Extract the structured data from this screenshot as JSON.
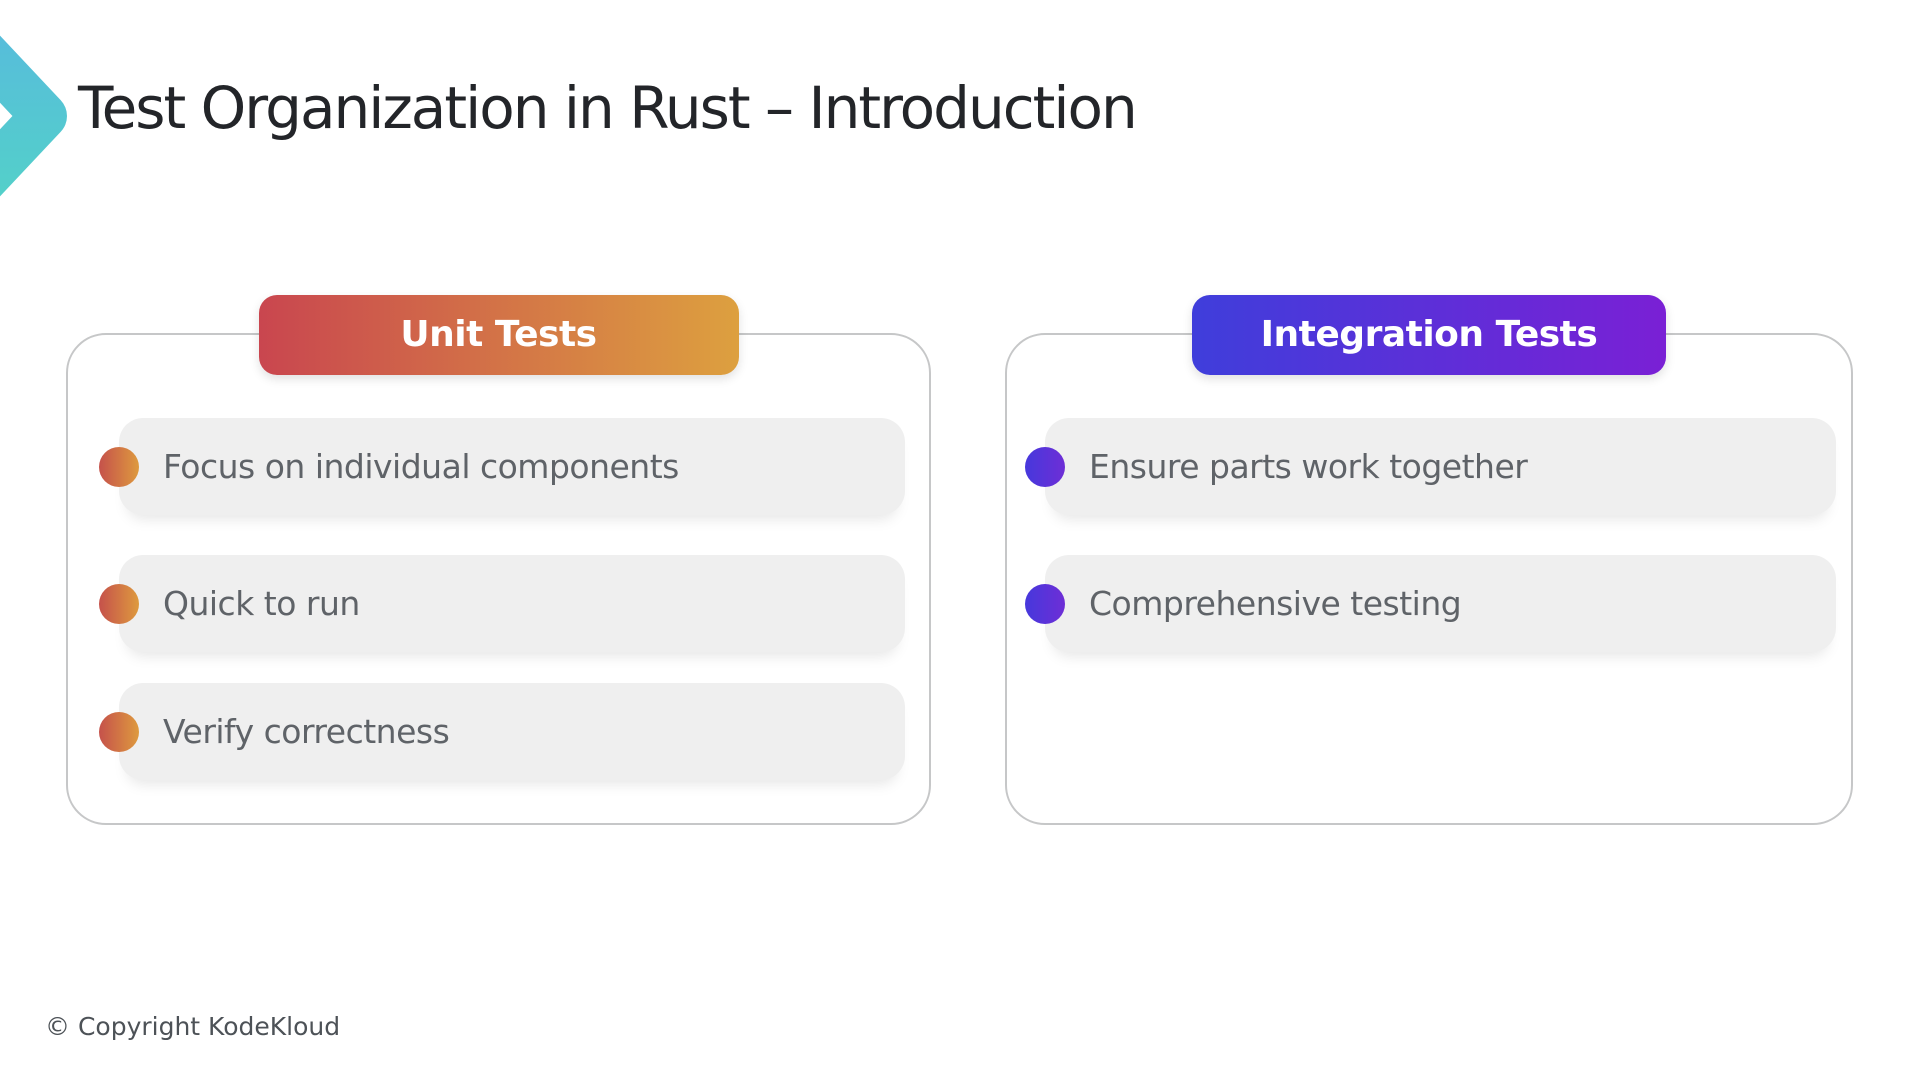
{
  "slide": {
    "title": "Test Organization in Rust – Introduction",
    "footer": "© Copyright KodeKloud"
  },
  "logo": {
    "name": "kodekloud-chevron",
    "gradient": [
      "#58b7e0",
      "#52d6c4"
    ]
  },
  "colors": {
    "row_background": "#efefef",
    "card_border": "#c6c7c8",
    "title_text": "#232529",
    "item_text": "#5f6368",
    "footer_text": "#4d5257"
  },
  "cards": [
    {
      "title": "Unit Tests",
      "header_gradient": [
        "#c9464f",
        "#dda03f"
      ],
      "bullet_gradient": [
        "#c5514b",
        "#de9a3e"
      ],
      "items": [
        "Focus on individual components",
        "Quick to run",
        "Verify correctness"
      ]
    },
    {
      "title": "Integration Tests",
      "header_gradient": [
        "#3f3edb",
        "#7a20d5"
      ],
      "bullet_gradient": [
        "#4638dc",
        "#6e2ed6"
      ],
      "items": [
        "Ensure parts work together",
        "Comprehensive testing"
      ]
    }
  ]
}
